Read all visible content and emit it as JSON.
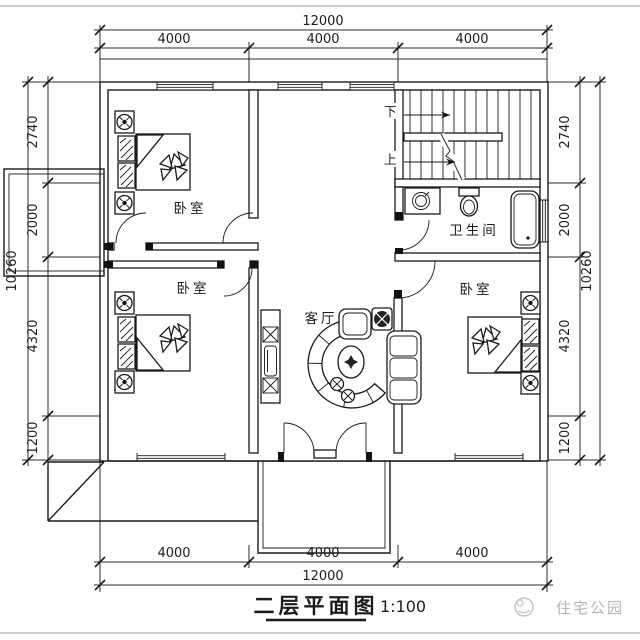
{
  "plan": {
    "title": {
      "text": "二层平面图",
      "scale": "1:100"
    },
    "watermark": {
      "text": "住宅公园"
    },
    "rooms": {
      "bedroom_top_left": "卧室",
      "bedroom_bottom_left": "卧室",
      "bedroom_bottom_right": "卧室",
      "bathroom": "卫生间",
      "living_room": "客厅"
    },
    "stairs": {
      "down": "下",
      "up": "上"
    },
    "dimensions": {
      "top": {
        "total": "12000",
        "bays": [
          "4000",
          "4000",
          "4000"
        ]
      },
      "bottom": {
        "total": "12000",
        "bays": [
          "4000",
          "4000",
          "4000"
        ]
      },
      "left": {
        "total": "10260",
        "segments": [
          "2740",
          "2000",
          "4320",
          "1200"
        ]
      },
      "right": {
        "total": "10260",
        "segments": [
          "2740",
          "2000",
          "4320",
          "1200"
        ]
      }
    },
    "colors": {
      "ink": "#1a1a1a",
      "frame": "#cccccc",
      "watermark": "#b5b5b5"
    }
  }
}
